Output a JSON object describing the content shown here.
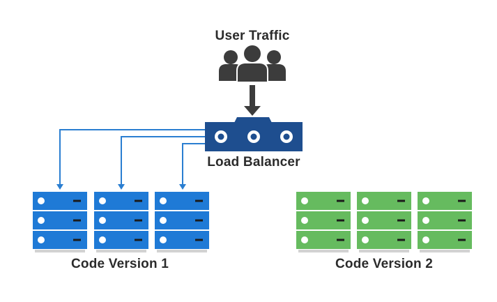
{
  "labels": {
    "user_traffic": "User Traffic",
    "load_balancer": "Load Balancer",
    "version1": "Code Version 1",
    "version2": "Code Version 2"
  },
  "colors": {
    "people": "#3c3c3c",
    "arrow_down": "#3c3c3c",
    "load_balancer": "#1e4e8f",
    "connectors": "#2a7ed1",
    "version1_server": "#1f7ad6",
    "version2_server": "#66bb5f"
  },
  "icons": {
    "users": "users-icon",
    "server": "server-rack-icon"
  }
}
